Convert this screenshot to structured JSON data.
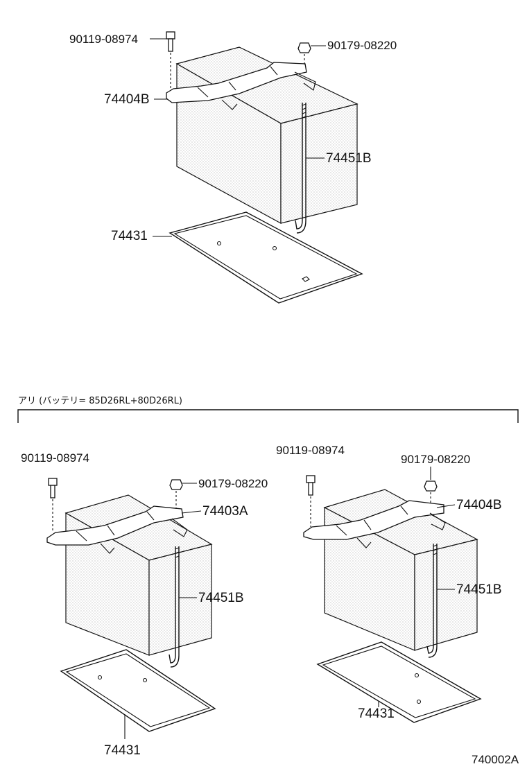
{
  "diagram": {
    "top_group": {
      "labels": {
        "bolt": "90119-08974",
        "nut": "90179-08220",
        "clamp": "74404B",
        "rod": "74451B",
        "tray": "74431"
      }
    },
    "condition": {
      "text": "アリ (バッテリ= 85D26RL+80D26RL)"
    },
    "left_group": {
      "labels": {
        "bolt": "90119-08974",
        "nut": "90179-08220",
        "clamp": "74403A",
        "rod": "74451B",
        "tray": "74431"
      }
    },
    "right_group": {
      "labels": {
        "bolt": "90119-08974",
        "nut": "90179-08220",
        "clamp": "74404B",
        "rod": "74451B",
        "tray": "74431"
      }
    },
    "figure_code": "740002A"
  }
}
